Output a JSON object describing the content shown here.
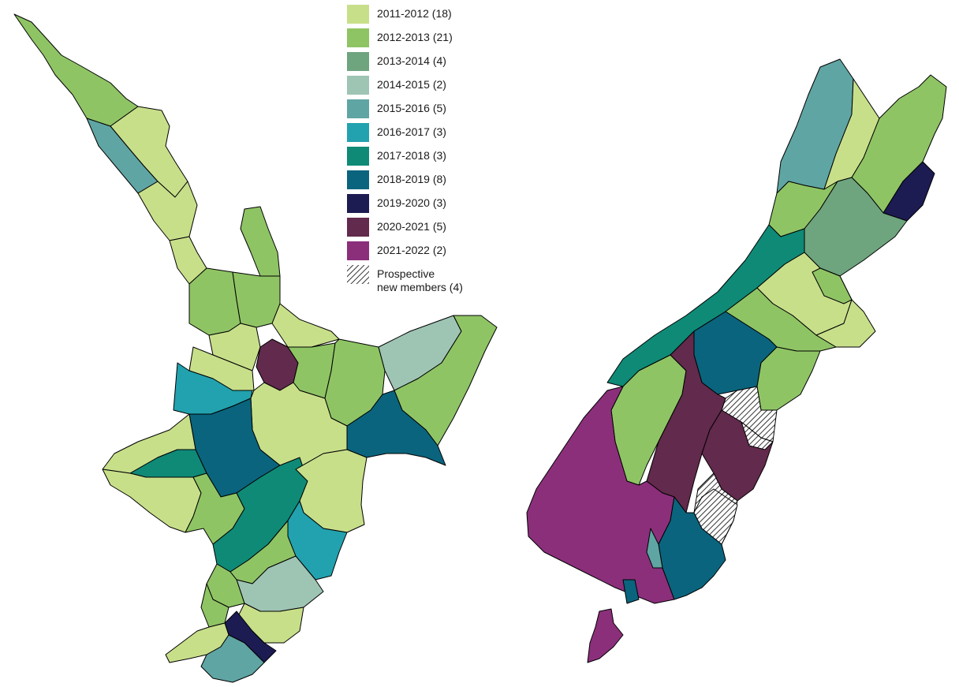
{
  "legend": {
    "items": [
      {
        "label": "2011-2012 (18)",
        "color": "#c8df8a"
      },
      {
        "label": "2012-2013 (21)",
        "color": "#8fc465"
      },
      {
        "label": "2013-2014 (4)",
        "color": "#6ea47e"
      },
      {
        "label": "2014-2015 (2)",
        "color": "#9ec4b4"
      },
      {
        "label": "2015-2016 (5)",
        "color": "#5fa5a3"
      },
      {
        "label": "2016-2017 (3)",
        "color": "#22a2ae"
      },
      {
        "label": "2017-2018 (3)",
        "color": "#0f8a77"
      },
      {
        "label": "2018-2019 (8)",
        "color": "#0b647d"
      },
      {
        "label": "2019-2020 (3)",
        "color": "#1c1b52"
      },
      {
        "label": "2020-2021 (5)",
        "color": "#622a4c"
      },
      {
        "label": "2021-2022 (2)",
        "color": "#8b2f7b"
      },
      {
        "label": "Prospective\nnew members (4)",
        "color": "hatched"
      }
    ]
  },
  "map": {
    "islands": [
      "North Island",
      "South Island",
      "Stewart Island"
    ],
    "regions_by_period": {
      "2011-2012": 18,
      "2012-2013": 21,
      "2013-2014": 4,
      "2014-2015": 2,
      "2015-2016": 5,
      "2016-2017": 3,
      "2017-2018": 3,
      "2018-2019": 8,
      "2019-2020": 3,
      "2020-2021": 5,
      "2021-2022": 2,
      "prospective": 4
    }
  }
}
